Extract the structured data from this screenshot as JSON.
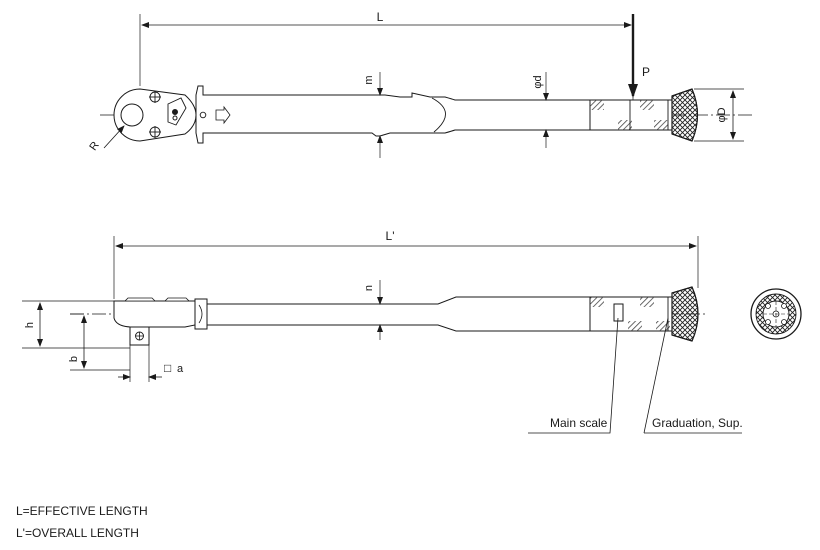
{
  "dimensions": {
    "effective_length": "L",
    "load_point": "P",
    "shank_dia": "φd",
    "grip_dia": "φD",
    "head_radius": "R",
    "head_thickness": "m",
    "overall_length": "L'",
    "shaft_thickness": "n",
    "height": "h",
    "drive_offset": "b",
    "square_drive_prefix": "□",
    "square_drive": "a"
  },
  "callouts": {
    "main_scale": "Main scale",
    "graduation": "Graduation, Sup."
  },
  "legend": {
    "line1": "L=EFFECTIVE LENGTH",
    "line2": "L'=OVERALL LENGTH"
  },
  "colors": {
    "line": "#1a1a1a",
    "hatch": "#555555"
  }
}
